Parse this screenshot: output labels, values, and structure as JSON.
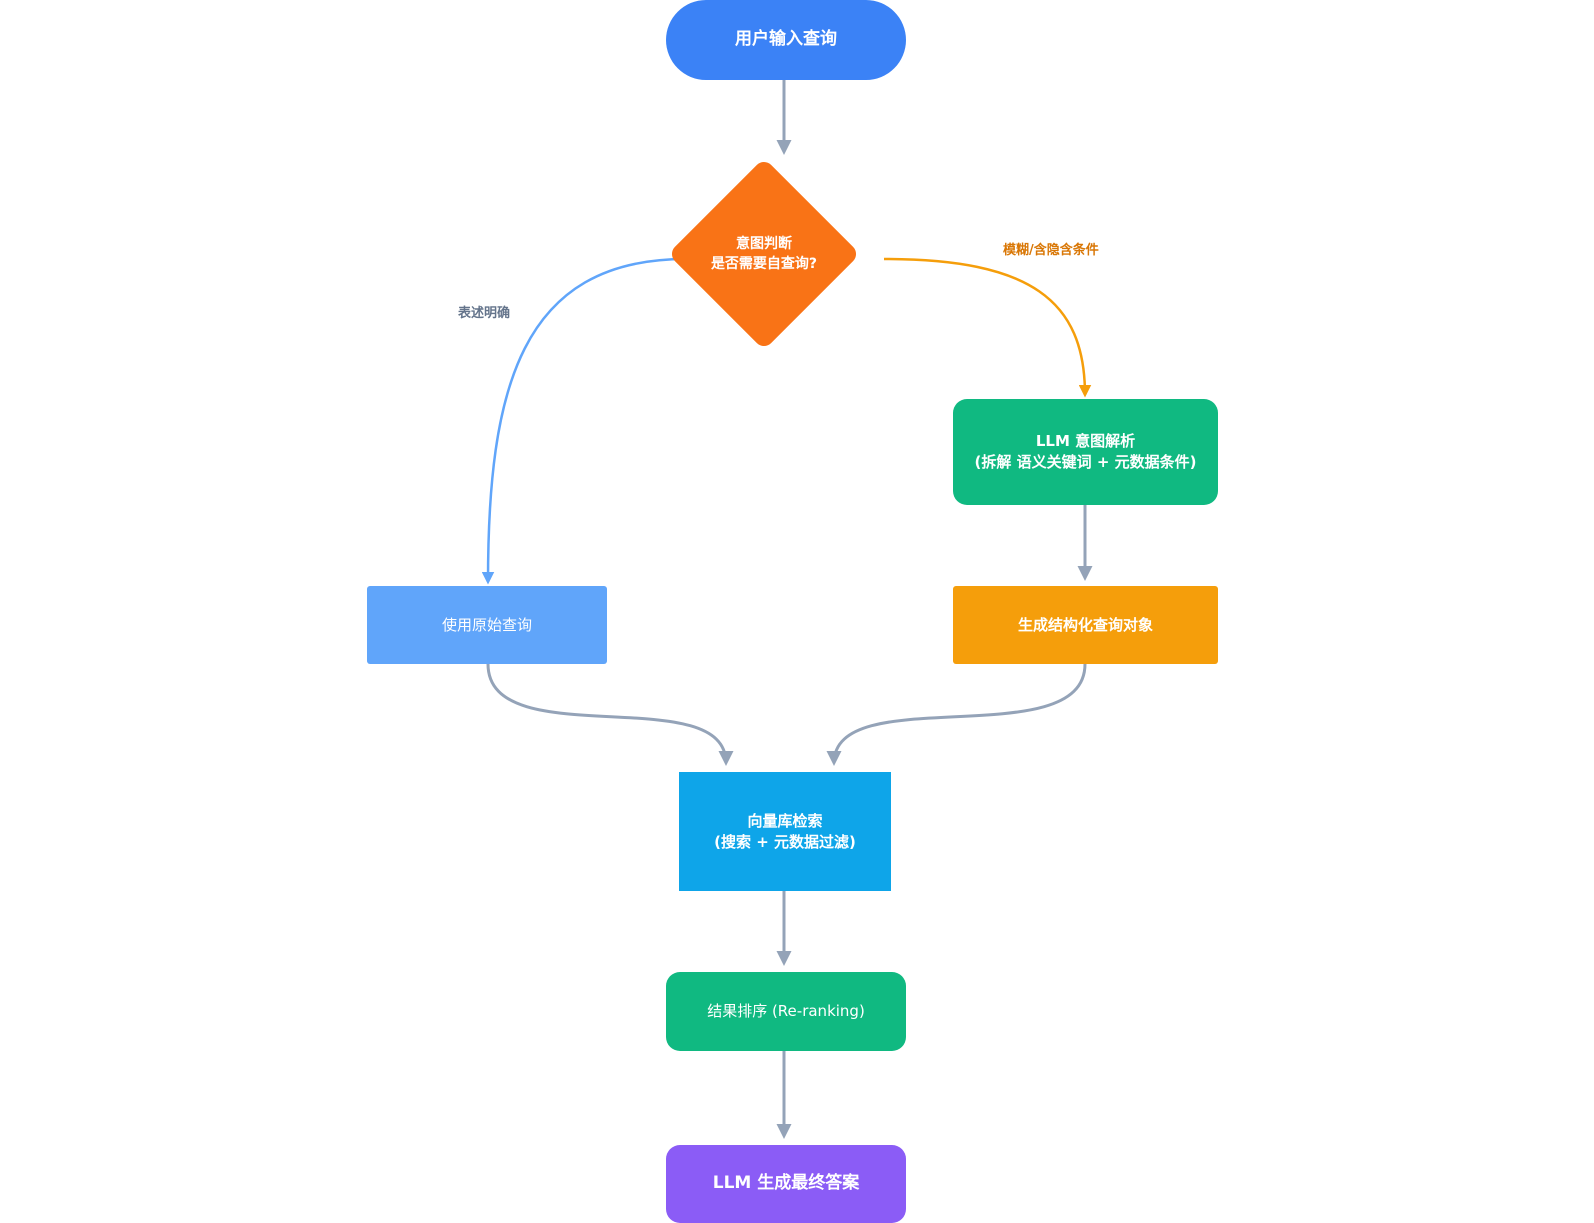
{
  "colors": {
    "start": "#3B82F6",
    "decision": "#F97316",
    "llm_parse": "#10B981",
    "raw_query": "#60A5FA",
    "structured": "#F59E0B",
    "vector": "#0EA5E9",
    "rerank": "#10B981",
    "final": "#8B5CF6",
    "edge_gray": "#94A3B8",
    "edge_blue": "#60A5FA",
    "edge_orange": "#F59E0B",
    "label_gray": "#64748B",
    "label_orange": "#D97706"
  },
  "nodes": {
    "start": "用户输入查询",
    "decision": "意图判断\n是否需要自查询?",
    "llm_parse": "LLM 意图解析\n(拆解 语义关键词 + 元数据条件)",
    "raw_query": "使用原始查询",
    "structured": "生成结构化查询对象",
    "vector": "向量库检索\n(搜索 + 元数据过滤)",
    "rerank": "结果排序 (Re-ranking)",
    "final": "LLM 生成最终答案"
  },
  "edge_labels": {
    "clear": "表述明确",
    "fuzzy": "模糊/含隐含条件"
  }
}
